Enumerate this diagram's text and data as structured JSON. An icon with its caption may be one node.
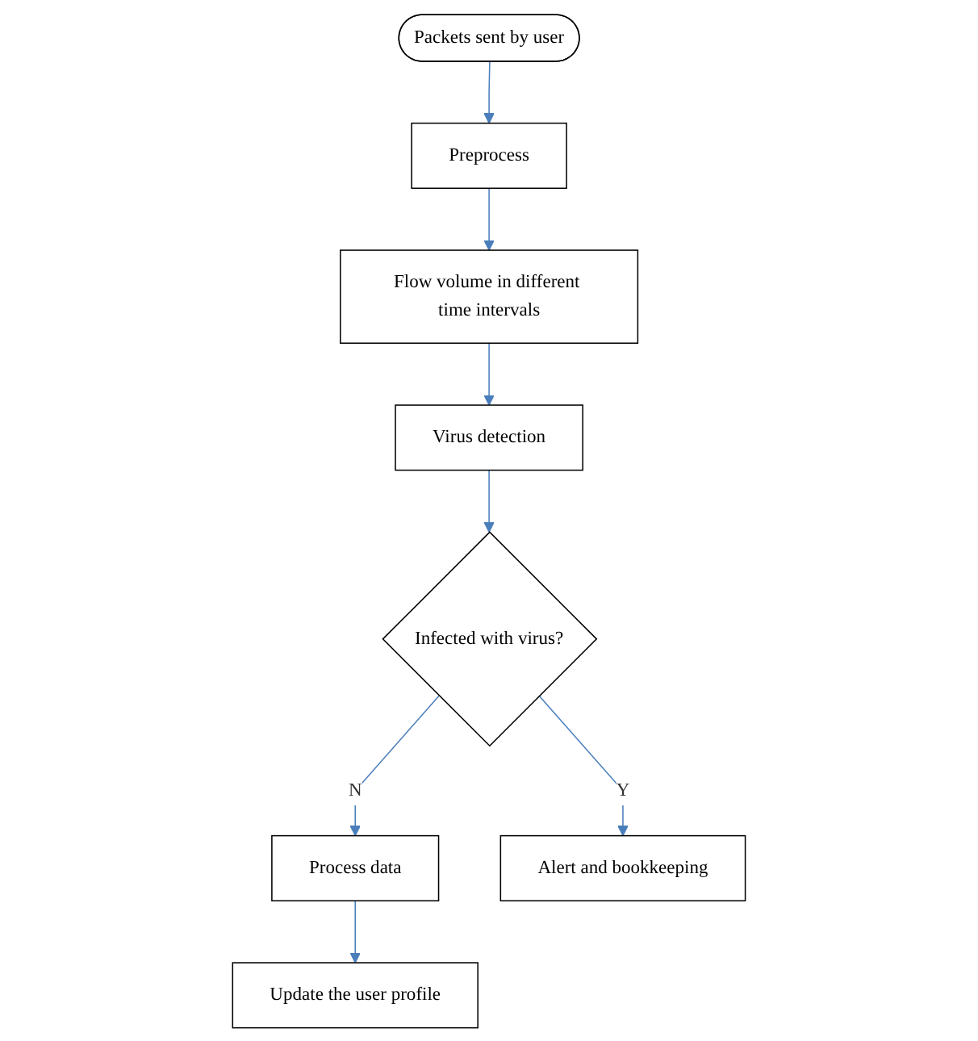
{
  "diagram": {
    "nodes": [
      {
        "text": [
          "Packets sent by user"
        ]
      },
      {
        "text": [
          "Preprocess"
        ]
      },
      {
        "text": [
          "Flow volume in different time intervals"
        ]
      },
      {
        "text": [
          "Virus detection"
        ]
      },
      {
        "text": [
          "Infected with virus?"
        ]
      },
      {
        "text": [
          "Process data"
        ]
      },
      {
        "text": [
          "Alert and bookkeeping"
        ]
      },
      {
        "text": [
          "Update the user profile"
        ]
      }
    ],
    "edges": [
      {
        "from": 0,
        "to": 1,
        "arrow": "to"
      },
      {
        "from": 1,
        "to": 2,
        "arrow": "to"
      },
      {
        "from": 2,
        "to": 3,
        "arrow": "to"
      },
      {
        "from": 3,
        "to": 4,
        "arrow": "to"
      },
      {
        "from": 4,
        "to": 5,
        "arrow": "to",
        "label": "N"
      },
      {
        "from": 4,
        "to": 6,
        "arrow": "to",
        "label": "Y"
      },
      {
        "from": 5,
        "to": 7,
        "arrow": "to"
      }
    ]
  }
}
